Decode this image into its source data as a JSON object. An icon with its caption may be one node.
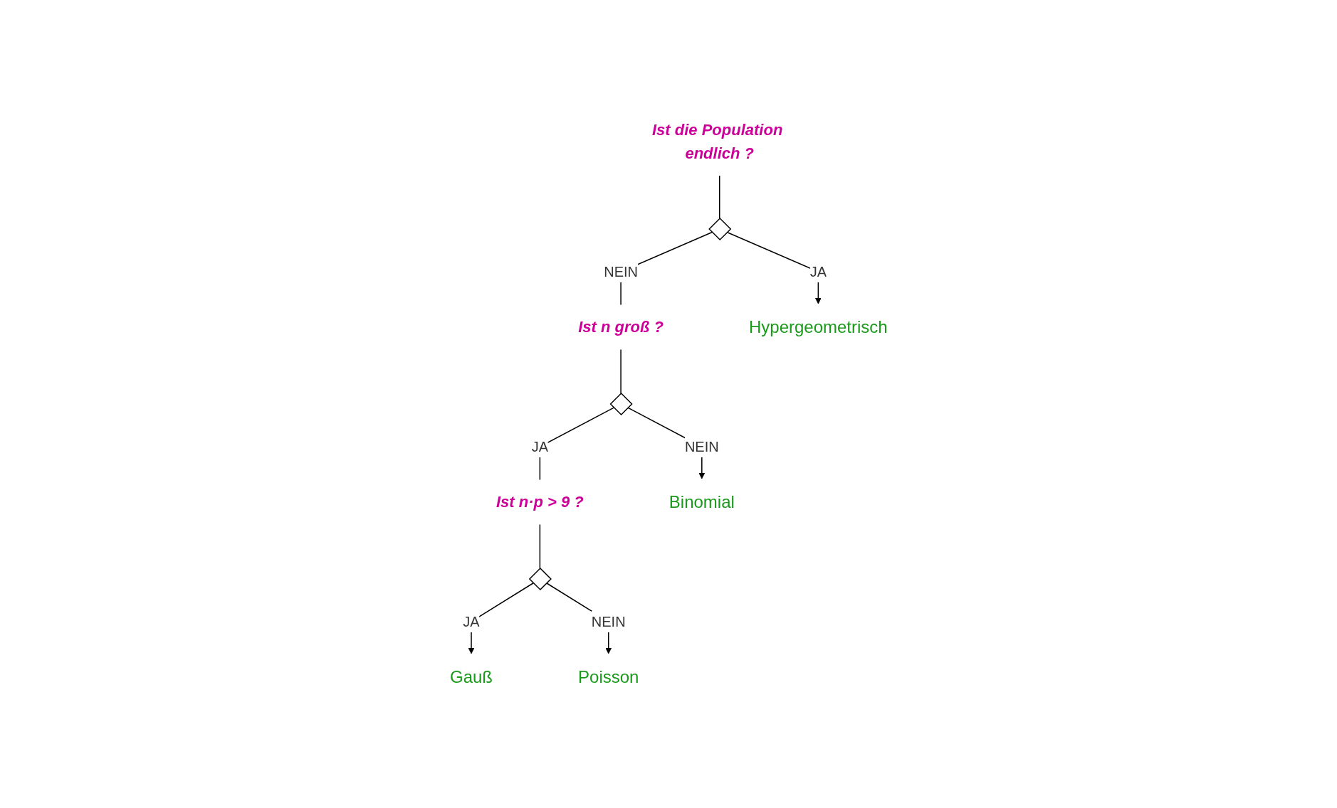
{
  "diagram": {
    "nodes": [
      {
        "text": [
          "Ist die Population endlich ?"
        ]
      },
      {
        "text": [],
        "shape": "diamond"
      },
      {
        "text": [
          "Ist n groß ?"
        ]
      },
      {
        "text": [],
        "shape": "diamond"
      },
      {
        "text": [
          "Ist n·p > 9 ?"
        ]
      },
      {
        "text": [],
        "shape": "diamond"
      },
      {
        "text": [
          "Hypergeometrisch"
        ]
      },
      {
        "text": [
          "Gauß"
        ]
      },
      {
        "text": [
          "Poisson"
        ]
      },
      {
        "text": [
          "Binomial"
        ]
      }
    ],
    "edges": [
      {
        "from": 0,
        "to": 1,
        "arrow": "none"
      },
      {
        "from": 1,
        "to": 6,
        "label": "JA",
        "arrow": "to"
      },
      {
        "from": 1,
        "to": 2,
        "label": "NEIN",
        "arrow": "none"
      },
      {
        "from": 2,
        "to": 3,
        "arrow": "none"
      },
      {
        "from": 3,
        "to": 4,
        "label": "JA",
        "arrow": "none"
      },
      {
        "from": 3,
        "to": 9,
        "label": "NEIN",
        "arrow": "to"
      },
      {
        "from": 4,
        "to": 5,
        "arrow": "none"
      },
      {
        "from": 5,
        "to": 7,
        "label": "JA",
        "arrow": "to"
      },
      {
        "from": 5,
        "to": 8,
        "label": "NEIN",
        "arrow": "to"
      }
    ]
  }
}
